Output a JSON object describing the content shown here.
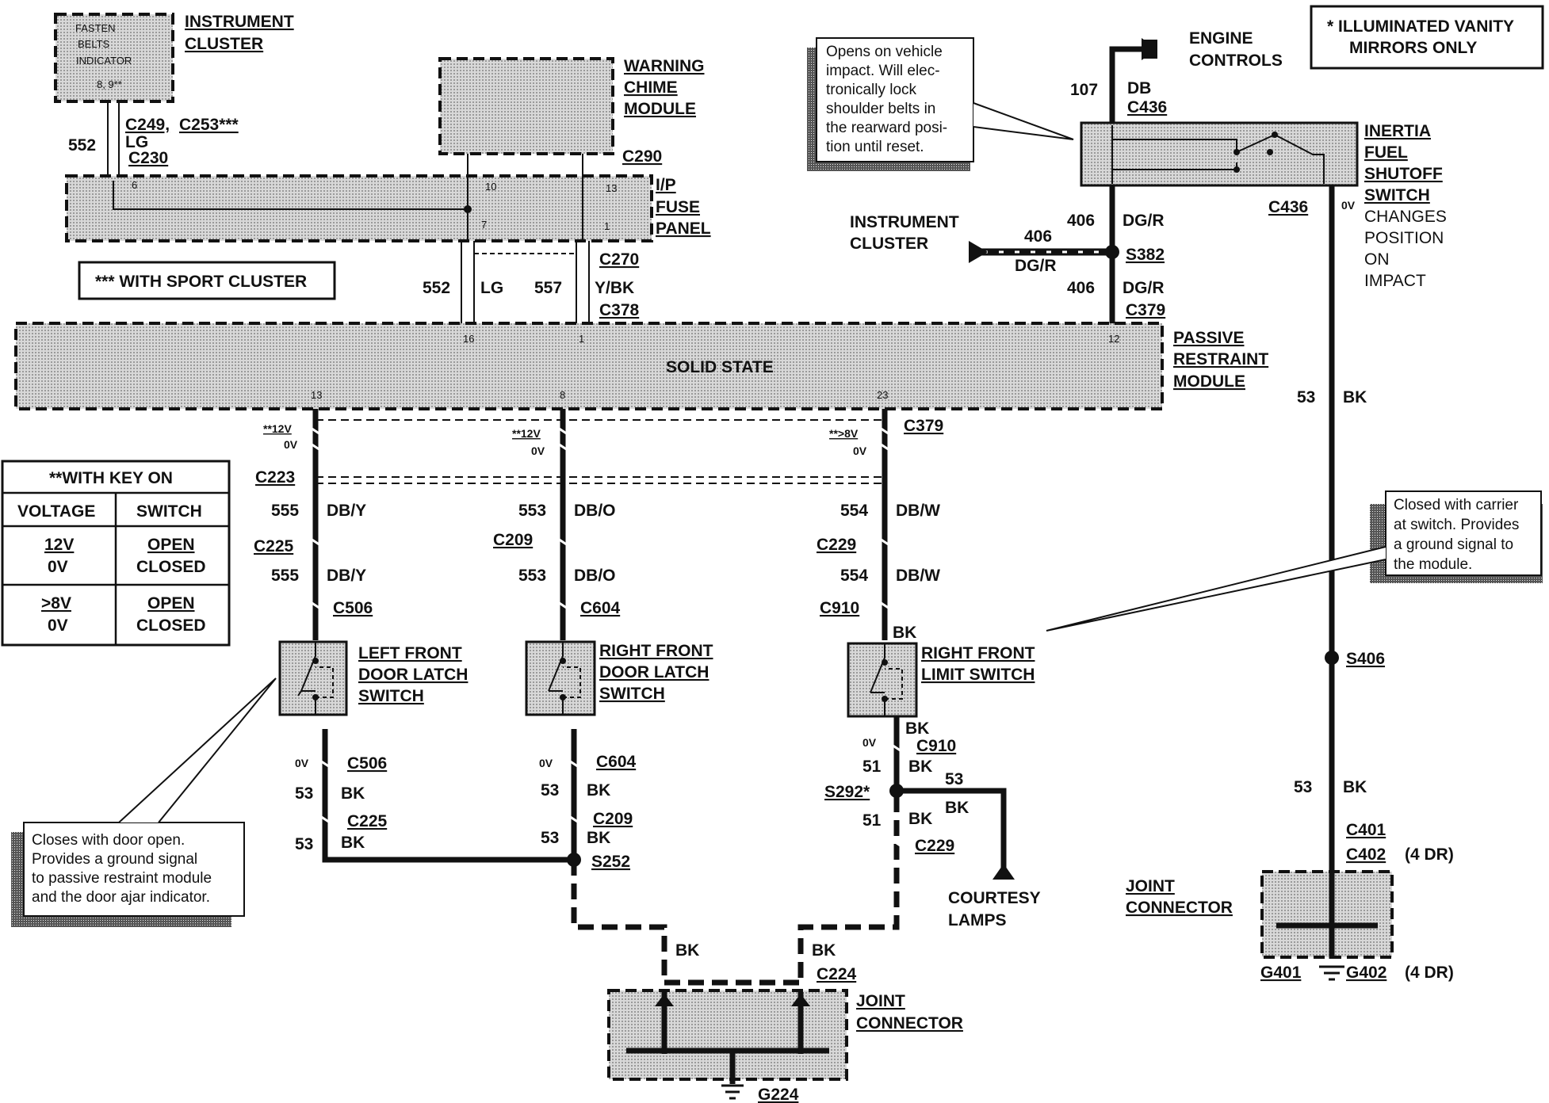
{
  "note_star": [
    "*  ILLUMINATED VANITY",
    "MIRRORS ONLY"
  ],
  "engine_controls": [
    "ENGINE",
    "CONTROLS"
  ],
  "instrument_cluster_top": [
    "INSTRUMENT",
    "CLUSTER"
  ],
  "fasten_belts": [
    "FASTEN",
    "BELTS",
    "INDICATOR",
    "8, 9**"
  ],
  "warning_chime": [
    "WARNING",
    "CHIME",
    "MODULE"
  ],
  "ip_fuse_panel": [
    "I/P",
    "FUSE",
    "PANEL"
  ],
  "sport_cluster": "*** WITH SPORT CLUSTER",
  "instrument_cluster_mid": [
    "INSTRUMENT",
    "CLUSTER"
  ],
  "inertia_switch": [
    "INERTIA",
    "FUEL",
    "SHUTOFF",
    "SWITCH"
  ],
  "changes_position": [
    "CHANGES",
    "POSITION",
    "ON",
    "IMPACT"
  ],
  "passive_restraint": [
    "PASSIVE",
    "RESTRAINT",
    "MODULE"
  ],
  "solid_state": "SOLID STATE",
  "note_impact": [
    "Opens on vehicle",
    "impact. Will elec-",
    "tronically lock",
    "shoulder belts in",
    "the rearward posi-",
    "tion until reset."
  ],
  "note_carrier": [
    "Closed with carrier",
    "at switch. Provides",
    "a ground signal to",
    "the module."
  ],
  "note_door": [
    "Closes with door open.",
    "Provides a ground signal",
    "to passive restraint module",
    "and the door ajar indicator."
  ],
  "key_table": {
    "title": "**WITH KEY ON",
    "headers": [
      "VOLTAGE",
      "SWITCH"
    ],
    "rows": [
      {
        "voltage": [
          "12V",
          "0V"
        ],
        "switch": [
          "OPEN",
          "CLOSED"
        ]
      },
      {
        "voltage": [
          ">8V",
          "0V"
        ],
        "switch": [
          "OPEN",
          "CLOSED"
        ]
      }
    ]
  },
  "switches": {
    "left": [
      "LEFT FRONT",
      "DOOR LATCH",
      "SWITCH"
    ],
    "right": [
      "RIGHT FRONT",
      "DOOR LATCH",
      "SWITCH"
    ],
    "limit": [
      "RIGHT FRONT",
      "LIMIT SWITCH"
    ]
  },
  "joint_connector": [
    "JOINT",
    "CONNECTOR"
  ],
  "courtesy_lamps": [
    "COURTESY",
    "LAMPS"
  ],
  "connectors": {
    "c249": "C249,",
    "c253": "C253***",
    "c230": "C230",
    "c290": "C290",
    "c270": "C270",
    "c378": "C378",
    "c436a": "C436",
    "c436b": "C436",
    "s382": "S382",
    "c379a": "C379",
    "c379b": "C379",
    "c223": "C223",
    "c225a": "C225",
    "c506a": "C506",
    "c209a": "C209",
    "c604a": "C604",
    "c229a": "C229",
    "c910a": "C910",
    "c506b": "C506",
    "c225b": "C225",
    "c604b": "C604",
    "c209b": "C209",
    "s252": "S252",
    "c910b": "C910",
    "s292": "S292*",
    "c229b": "C229",
    "c224": "C224",
    "g224": "G224",
    "s406": "S406",
    "c401": "C401",
    "c402": "C402",
    "c402_suffix": "(4 DR)",
    "g401": "G401",
    "g402": "G402",
    "g402_suffix": "(4 DR)"
  },
  "wires": {
    "w552a": "552",
    "lg_a": "LG",
    "w552b": "552",
    "lg_b": "LG",
    "w557": "557",
    "ybk": "Y/BK",
    "w107": "107",
    "db": "DB",
    "w406a": "406",
    "dgr_a": "DG/R",
    "w406b": "406",
    "dgr_b": "DG/R",
    "w406c": "406",
    "dgr_c": "DG/R",
    "w53a": "53",
    "bk_a": "BK",
    "w555a": "555",
    "dby_a": "DB/Y",
    "w555b": "555",
    "dby_b": "DB/Y",
    "w553a": "553",
    "dbo_a": "DB/O",
    "w553b": "553",
    "dbo_b": "DB/O",
    "w554a": "554",
    "dbw_a": "DB/W",
    "w554b": "554",
    "dbw_b": "DB/W",
    "bk_lim1": "BK",
    "bk_lim2": "BK",
    "w51a": "51",
    "bk_51a": "BK",
    "w53b": "53",
    "bk_53b": "BK",
    "w51b": "51",
    "bk_51b": "BK",
    "w53l1": "53",
    "bk_l1": "BK",
    "w53l2": "53",
    "bk_l2": "BK",
    "w53r1": "53",
    "bk_r1": "BK",
    "w53r2": "53",
    "bk_r2": "BK",
    "bk_jl": "BK",
    "bk_jr": "BK",
    "w53c": "53",
    "bk_c": "BK"
  },
  "voltages": {
    "v12a": "**12V",
    "v0a": "0V",
    "v12b": "**12V",
    "v0b": "0V",
    "v8": "**>8V",
    "v0c": "0V",
    "v0_l": "0V",
    "v0_r": "0V",
    "v0_lim": "0V",
    "v0_inertia": "0V"
  },
  "pins": {
    "p6": "6",
    "p10": "10",
    "p13": "13",
    "p7": "7",
    "p1": "1",
    "p16": "16",
    "p1b": "1",
    "p12": "12",
    "p13b": "13",
    "p8": "8",
    "p23": "23"
  }
}
